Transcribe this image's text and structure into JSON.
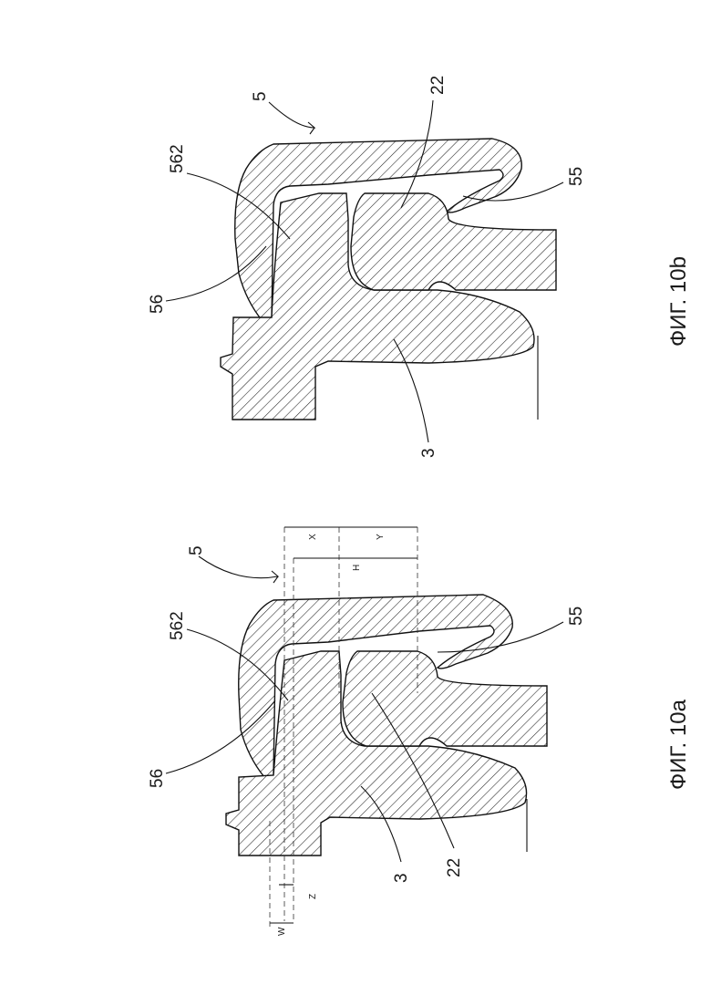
{
  "figure_a": {
    "caption": "ФИГ. 10a",
    "labels": {
      "part_5": "5",
      "part_562": "562",
      "part_56": "56",
      "part_55": "55",
      "part_3": "3",
      "part_22": "22"
    },
    "dimensions": {
      "x": "X",
      "y": "Y",
      "h": "H",
      "w": "W",
      "z": "Z"
    }
  },
  "figure_b": {
    "caption": "ФИГ. 10b",
    "labels": {
      "part_5": "5",
      "part_562": "562",
      "part_56": "56",
      "part_55": "55",
      "part_3": "3",
      "part_22": "22"
    }
  }
}
